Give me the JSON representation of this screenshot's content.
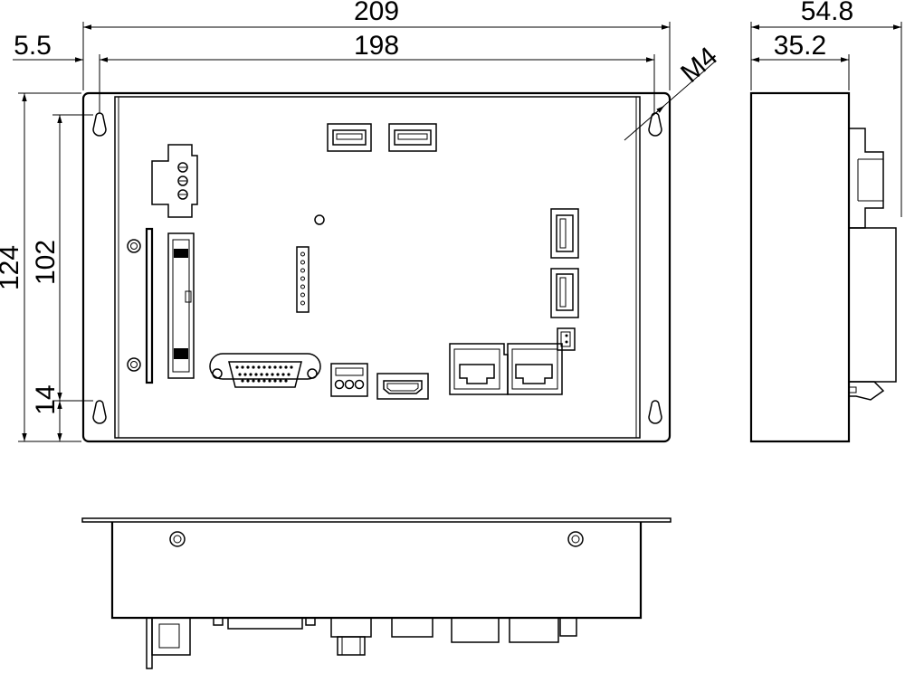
{
  "dimensions": {
    "overall_width": "209",
    "hole_spacing_width": "198",
    "edge_offset": "5.5",
    "overall_height": "124",
    "hole_spacing_height": "102",
    "bottom_offset": "14",
    "hole_size": "M4",
    "side_total_depth": "54.8",
    "side_body_depth": "35.2"
  }
}
